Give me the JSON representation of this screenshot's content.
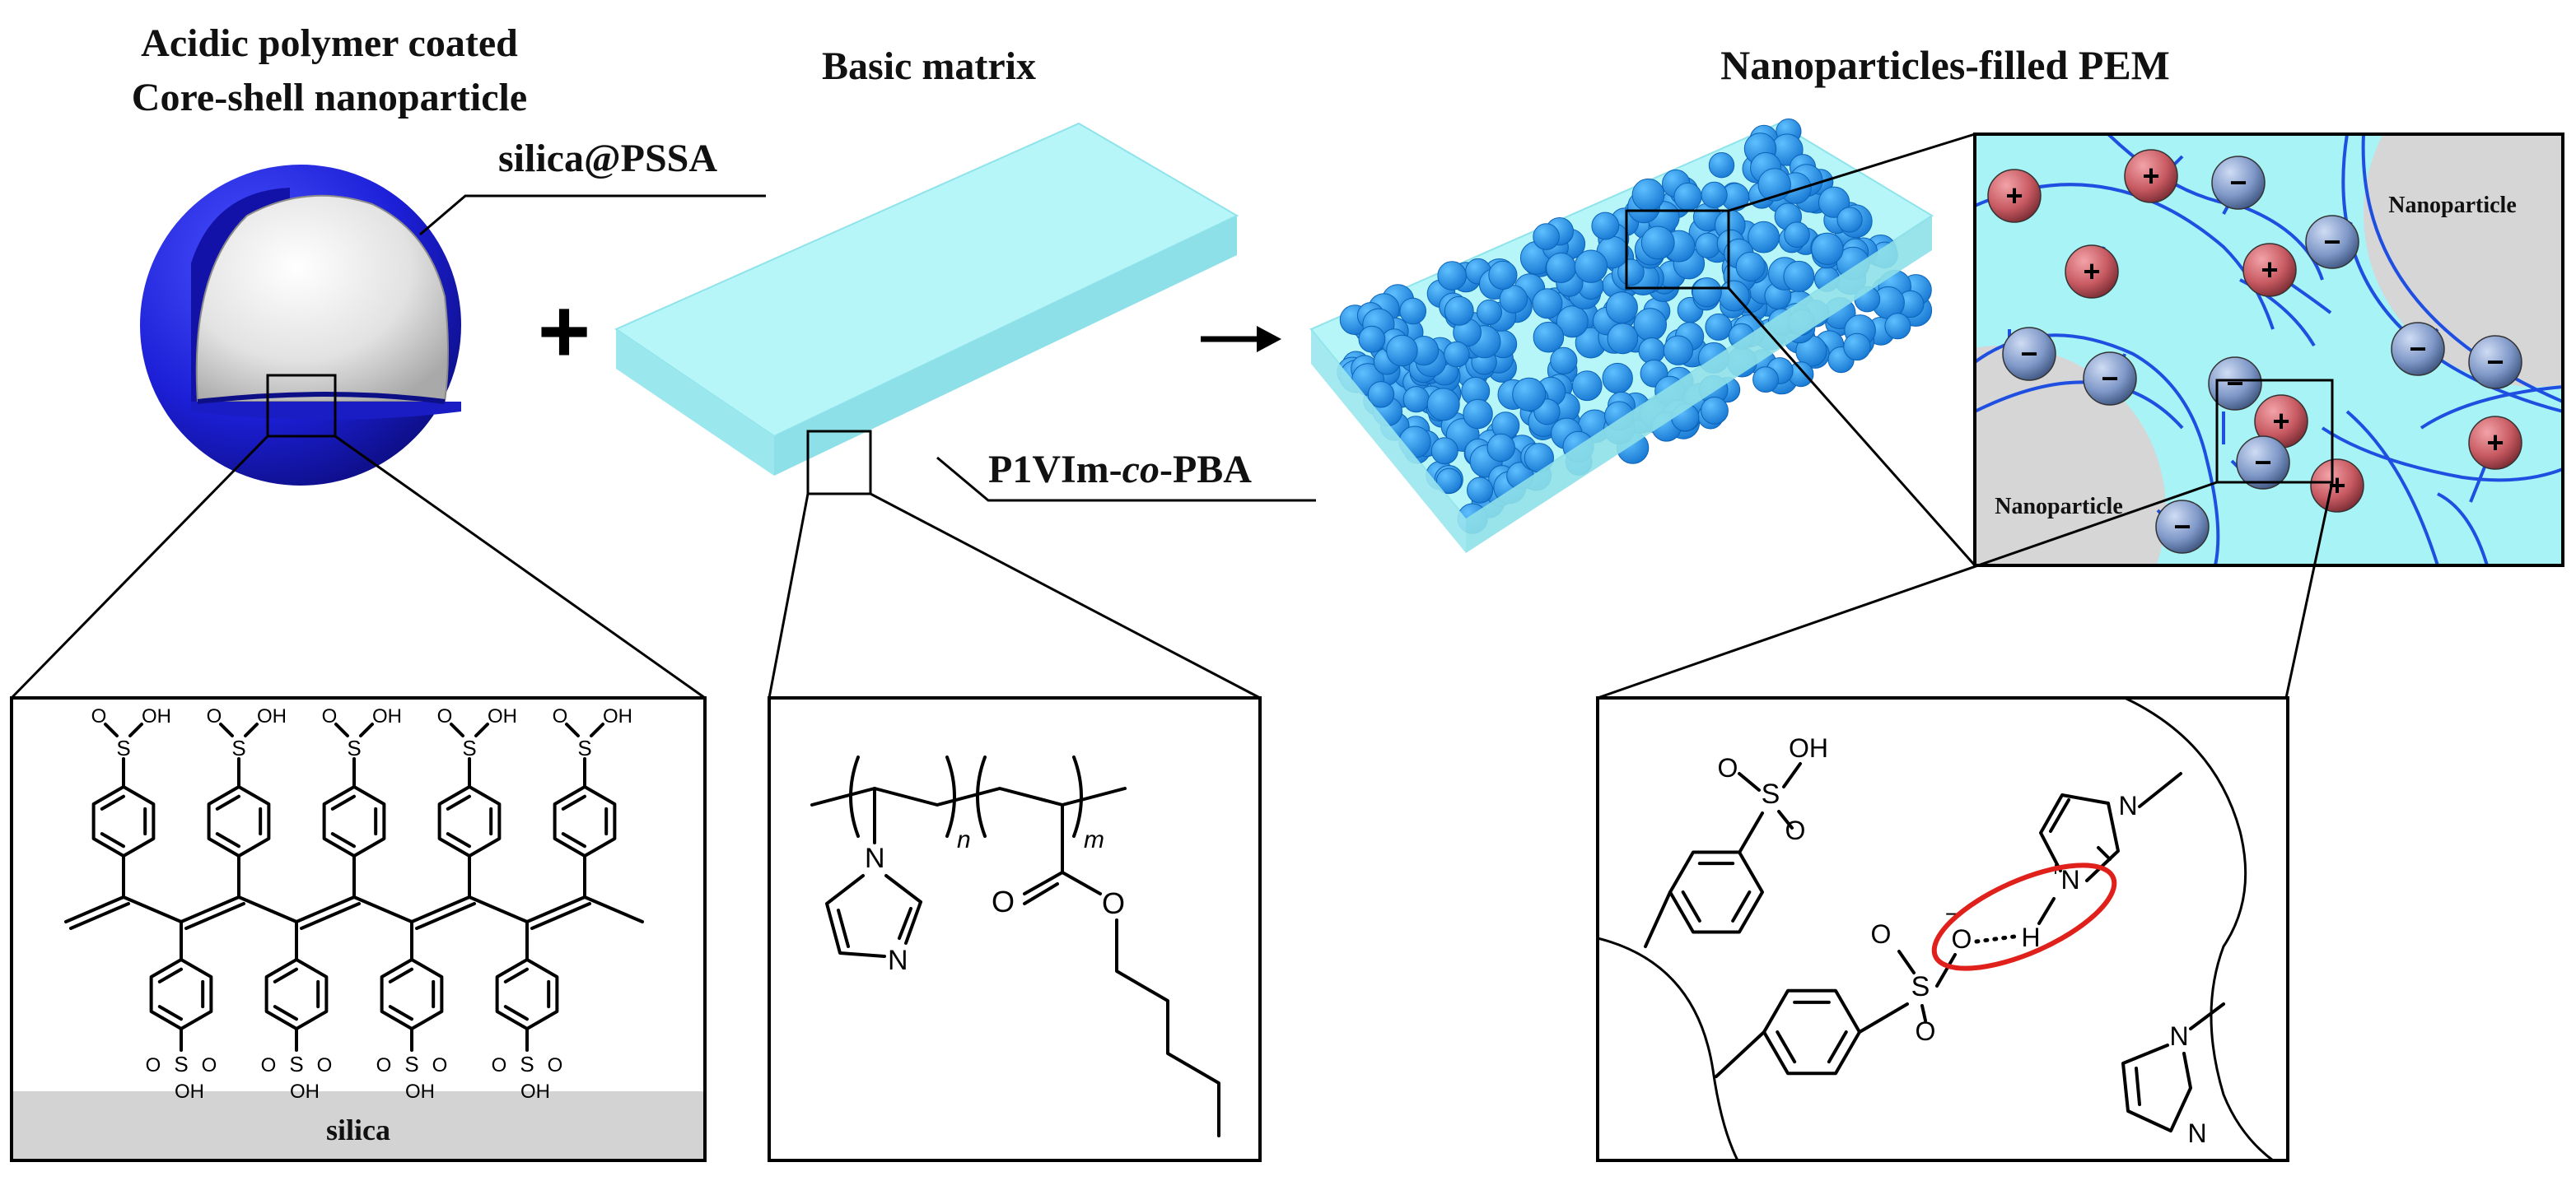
{
  "titles": {
    "core_shell": [
      "Acidic polymer coated",
      "Core-shell nanoparticle"
    ],
    "core_shell_label": "silica@PSSA",
    "matrix": "Basic matrix",
    "matrix_label_prefix": "P1VIm-",
    "matrix_label_italic": "co",
    "matrix_label_suffix": "-PBA",
    "pem": "Nanoparticles-filled PEM"
  },
  "operators": {
    "plus": "+",
    "arrow": "→"
  },
  "zoom_pem": {
    "nanoparticle_label_1": "Nanoparticle",
    "nanoparticle_label_2": "Nanoparticle",
    "plus_sign": "+",
    "minus_sign": "−"
  },
  "pssa_panel": {
    "substrate_label": "silica",
    "so3h_top": "O",
    "so3h_s": "S",
    "so3h_oh": "OH"
  },
  "matrix_panel": {
    "sub_n": "n",
    "sub_m": "m",
    "atom_n": "N",
    "atom_o": "O"
  },
  "interaction_panel": {
    "atom_o": "O",
    "atom_s": "S",
    "atom_oh": "OH",
    "atom_n": "N",
    "atom_h": "H",
    "minus": "−",
    "plus": "+"
  },
  "colors": {
    "shell_blue": "#1c1fd6",
    "core_gray": "#d9d9d9",
    "matrix_cyan": "#a8f3f6",
    "particle_blue": "#1b95ea",
    "cation_red": "#c85a62",
    "anion_blue": "#7f98c8",
    "chain_blue": "#1f4fe0",
    "hbond_circle": "#e0201a"
  }
}
